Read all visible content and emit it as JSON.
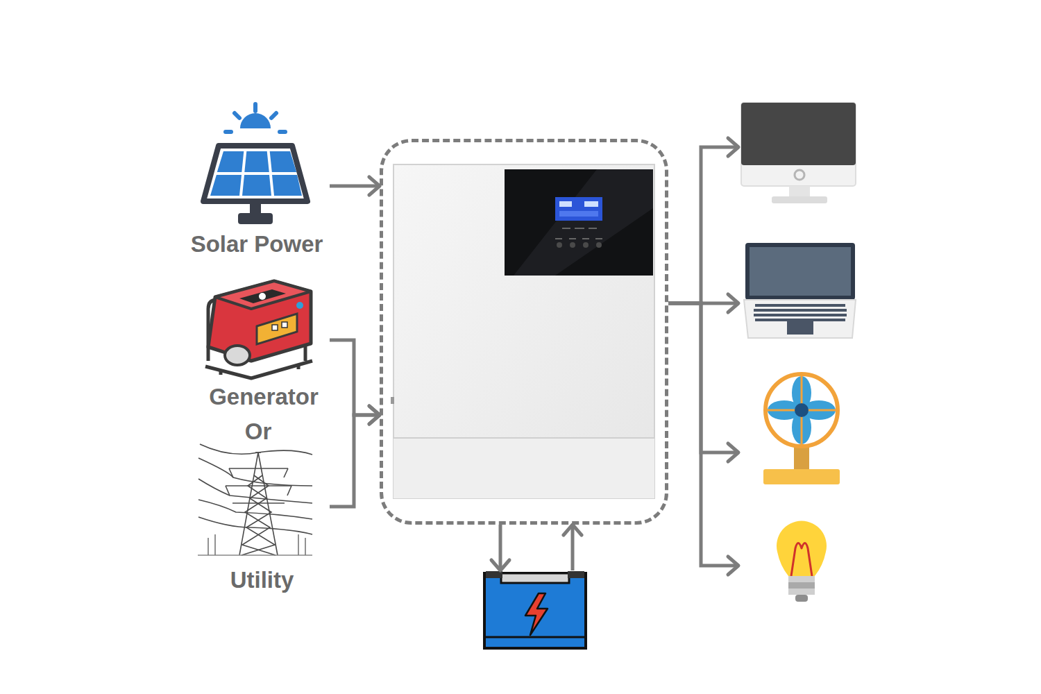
{
  "diagram": {
    "nodes": [
      {
        "text": [
          "Solar Power"
        ]
      },
      {
        "text": [
          "Generator"
        ]
      },
      {
        "text": [
          "Utility"
        ]
      },
      {
        "text": []
      },
      {
        "text": []
      },
      {
        "text": []
      },
      {
        "text": []
      },
      {
        "text": []
      },
      {
        "text": []
      }
    ],
    "edges": [
      {
        "from": 0,
        "to": 3,
        "arrow": "to"
      },
      {
        "from": 1,
        "to": 3,
        "arrow": "to"
      },
      {
        "from": 2,
        "to": 3,
        "arrow": "to"
      },
      {
        "from": 3,
        "to": 4,
        "arrow": "to"
      },
      {
        "from": 4,
        "to": 3,
        "arrow": "to"
      },
      {
        "from": 3,
        "to": 5,
        "arrow": "to"
      },
      {
        "from": 3,
        "to": 6,
        "arrow": "to"
      },
      {
        "from": 3,
        "to": 7,
        "arrow": "to"
      },
      {
        "from": 3,
        "to": 8,
        "arrow": "to"
      }
    ],
    "labels": [
      "Or"
    ]
  }
}
